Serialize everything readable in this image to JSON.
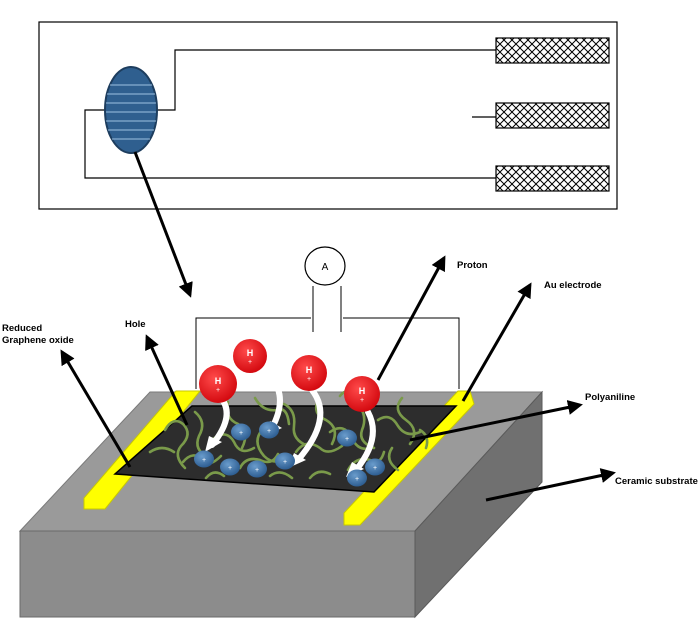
{
  "labels": {
    "proton": "Proton",
    "au_electrode": "Au electrode",
    "reduced_graphene_oxide_line1": "Reduced",
    "reduced_graphene_oxide_line2": "Graphene oxide",
    "hole": "Hole",
    "polyaniline": "Polyaniline",
    "ceramic_substrate": "Ceramic substrate",
    "ammeter": "A",
    "proton_symbol": "H",
    "charge_sign": "+"
  },
  "colors": {
    "proton": "#e8141b",
    "hole": "#3d72a8",
    "electrode": "#ffff00",
    "substrate_top": "#9a9a9a",
    "substrate_front": "#8c8c8c",
    "substrate_side": "#707070",
    "film": "#2d2d2d",
    "polymer": "#7a9a4a",
    "sensor_head": "#2f5f8f"
  },
  "icons": {
    "ammeter": "ammeter-icon",
    "sensor_head": "sensor-head-icon"
  }
}
